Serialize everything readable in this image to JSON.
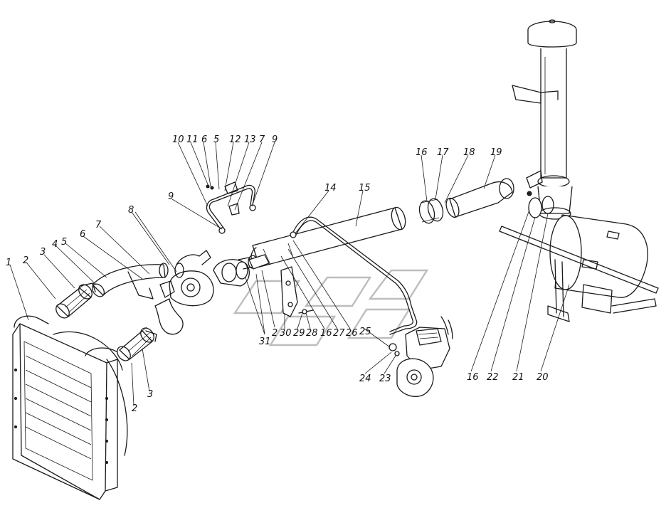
{
  "diagram": {
    "callouts": [
      {
        "id": "c1",
        "text": "1"
      },
      {
        "id": "c2a",
        "text": "2"
      },
      {
        "id": "c3a",
        "text": "3"
      },
      {
        "id": "c4",
        "text": "4"
      },
      {
        "id": "c5a",
        "text": "5"
      },
      {
        "id": "c6a",
        "text": "6"
      },
      {
        "id": "c7a",
        "text": "7"
      },
      {
        "id": "c8",
        "text": "8"
      },
      {
        "id": "c9a",
        "text": "9"
      },
      {
        "id": "c10",
        "text": "10"
      },
      {
        "id": "c11",
        "text": "11"
      },
      {
        "id": "c6b",
        "text": "6"
      },
      {
        "id": "c5b",
        "text": "5"
      },
      {
        "id": "c12",
        "text": "12"
      },
      {
        "id": "c13",
        "text": "13"
      },
      {
        "id": "c7b",
        "text": "7"
      },
      {
        "id": "c9b",
        "text": "9"
      },
      {
        "id": "c14",
        "text": "14"
      },
      {
        "id": "c15",
        "text": "15"
      },
      {
        "id": "c16a",
        "text": "16"
      },
      {
        "id": "c17",
        "text": "17"
      },
      {
        "id": "c18",
        "text": "18"
      },
      {
        "id": "c19",
        "text": "19"
      },
      {
        "id": "c2b",
        "text": "2"
      },
      {
        "id": "c3b",
        "text": "3"
      },
      {
        "id": "c31",
        "text": "31"
      },
      {
        "id": "c2c",
        "text": "2"
      },
      {
        "id": "c30",
        "text": "30"
      },
      {
        "id": "c29",
        "text": "29"
      },
      {
        "id": "c28",
        "text": "28"
      },
      {
        "id": "c16b",
        "text": "16"
      },
      {
        "id": "c27",
        "text": "27"
      },
      {
        "id": "c26",
        "text": "26"
      },
      {
        "id": "c25",
        "text": "25"
      },
      {
        "id": "c24",
        "text": "24"
      },
      {
        "id": "c23",
        "text": "23"
      },
      {
        "id": "c16c",
        "text": "16"
      },
      {
        "id": "c22",
        "text": "22"
      },
      {
        "id": "c21",
        "text": "21"
      },
      {
        "id": "c20",
        "text": "20"
      }
    ]
  }
}
